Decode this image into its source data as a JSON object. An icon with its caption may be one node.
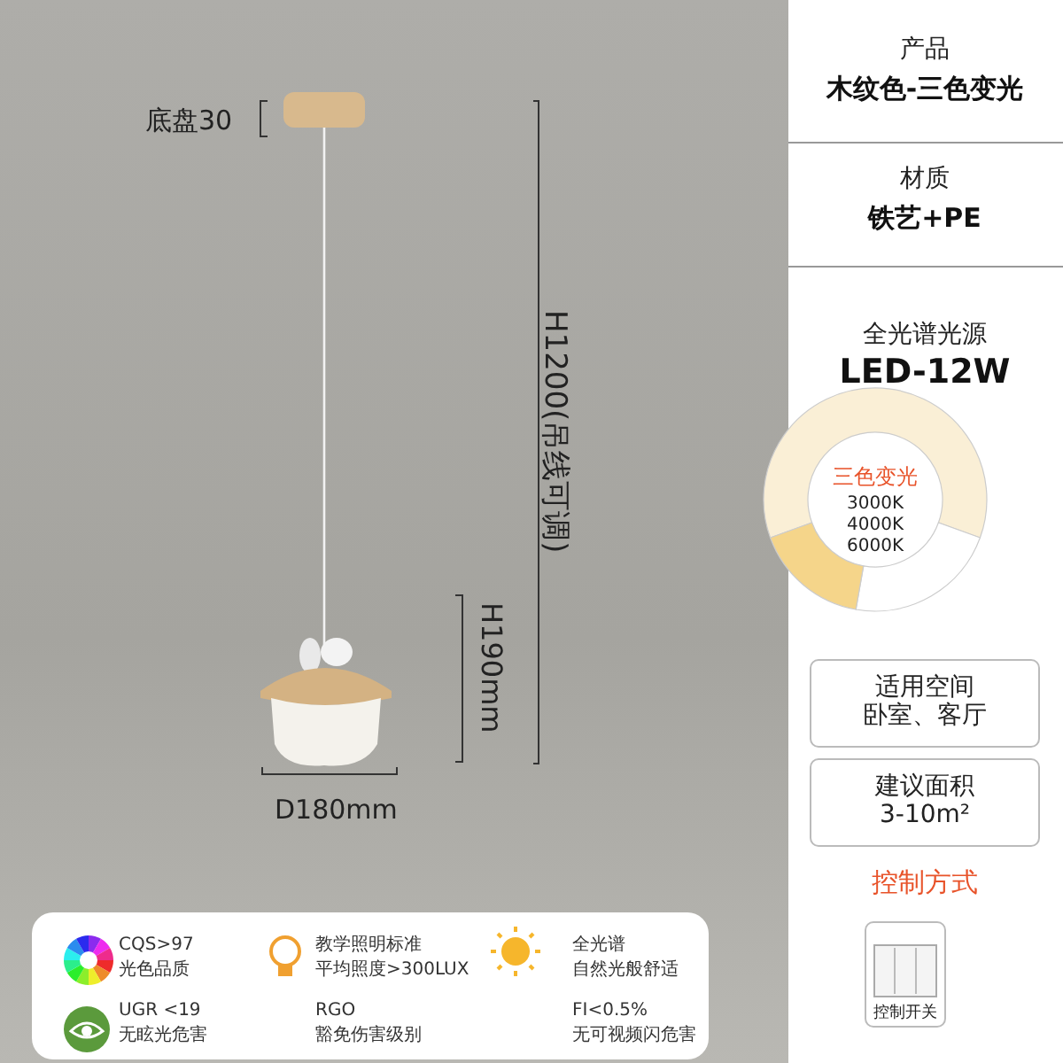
{
  "diagram": {
    "nodes": [
      {
        "text": [
          "适用空间",
          "卧室、客厅"
        ]
      },
      {
        "text": [
          "建议面积",
          "3-10m²"
        ]
      },
      {
        "text": [
          "控制开关"
        ]
      }
    ],
    "labels": [
      "底盘30",
      "H1200(吊线可调)",
      "H190mm",
      "D180mm",
      "产品",
      "木纹色-三色变光",
      "材质",
      "铁艺+PE",
      "全光谱光源",
      "LED-12W",
      "三色变光",
      "3000K",
      "4000K",
      "6000K",
      "控制方式",
      "CQS>97",
      "光色品质",
      "教学照明标准",
      "平均照度>300LUX",
      "全光谱",
      "自然光般舒适",
      "UGR <19",
      "无眩光危害",
      "RGO",
      "豁免伤害级别",
      "FI<0.5%",
      "无可视频闪危害"
    ]
  }
}
